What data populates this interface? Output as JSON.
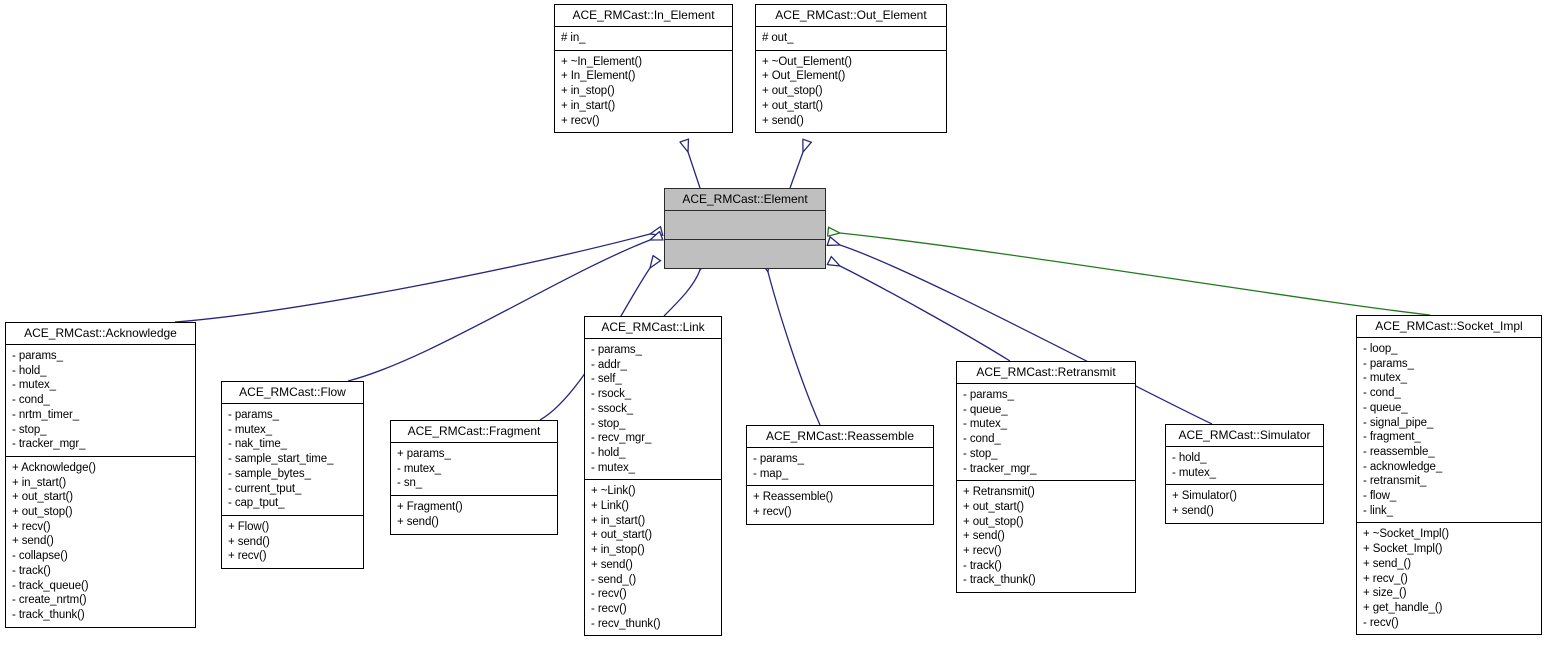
{
  "diagram": {
    "title": "ACE_RMCast::Element inheritance diagram",
    "edge_color_inheritance": "#26267f",
    "edge_color_usage": "#1f7a1f",
    "highlight_fill": "#bfbfbf"
  },
  "classes": {
    "in_element": {
      "name": "ACE_RMCast::In_Element",
      "attributes": [
        "# in_"
      ],
      "operations": [
        "+ ~In_Element()",
        "+ In_Element()",
        "+ in_stop()",
        "+ in_start()",
        "+ recv()"
      ]
    },
    "out_element": {
      "name": "ACE_RMCast::Out_Element",
      "attributes": [
        "# out_"
      ],
      "operations": [
        "+ ~Out_Element()",
        "+ Out_Element()",
        "+ out_stop()",
        "+ out_start()",
        "+ send()"
      ]
    },
    "element": {
      "name": "ACE_RMCast::Element",
      "attributes": [],
      "operations": []
    },
    "acknowledge": {
      "name": "ACE_RMCast::Acknowledge",
      "attributes": [
        "- params_",
        "- hold_",
        "- mutex_",
        "- cond_",
        "- nrtm_timer_",
        "- stop_",
        "- tracker_mgr_"
      ],
      "operations": [
        "+ Acknowledge()",
        "+ in_start()",
        "+ out_start()",
        "+ out_stop()",
        "+ recv()",
        "+ send()",
        "- collapse()",
        "- track()",
        "- track_queue()",
        "- create_nrtm()",
        "- track_thunk()"
      ]
    },
    "flow": {
      "name": "ACE_RMCast::Flow",
      "attributes": [
        "- params_",
        "- mutex_",
        "- nak_time_",
        "- sample_start_time_",
        "- sample_bytes_",
        "- current_tput_",
        "- cap_tput_"
      ],
      "operations": [
        "+ Flow()",
        "+ send()",
        "+ recv()"
      ]
    },
    "fragment": {
      "name": "ACE_RMCast::Fragment",
      "attributes": [
        "+ params_",
        "- mutex_",
        "- sn_"
      ],
      "operations": [
        "+ Fragment()",
        "+ send()"
      ]
    },
    "link": {
      "name": "ACE_RMCast::Link",
      "attributes": [
        "- params_",
        "- addr_",
        "- self_",
        "- rsock_",
        "- ssock_",
        "- stop_",
        "- recv_mgr_",
        "- hold_",
        "- mutex_"
      ],
      "operations": [
        "+ ~Link()",
        "+ Link()",
        "+ in_start()",
        "+ out_start()",
        "+ in_stop()",
        "+ send()",
        "- send_()",
        "- recv()",
        "- recv()",
        "- recv_thunk()"
      ]
    },
    "reassemble": {
      "name": "ACE_RMCast::Reassemble",
      "attributes": [
        "- params_",
        "- map_"
      ],
      "operations": [
        "+ Reassemble()",
        "+ recv()"
      ]
    },
    "retransmit": {
      "name": "ACE_RMCast::Retransmit",
      "attributes": [
        "- params_",
        "- queue_",
        "- mutex_",
        "- cond_",
        "- stop_",
        "- tracker_mgr_"
      ],
      "operations": [
        "+ Retransmit()",
        "+ out_start()",
        "+ out_stop()",
        "+ send()",
        "+ recv()",
        "- track()",
        "- track_thunk()"
      ]
    },
    "simulator": {
      "name": "ACE_RMCast::Simulator",
      "attributes": [
        "- hold_",
        "- mutex_"
      ],
      "operations": [
        "+ Simulator()",
        "+ send()"
      ]
    },
    "socket_impl": {
      "name": "ACE_RMCast::Socket_Impl",
      "attributes": [
        "- loop_",
        "- params_",
        "- mutex_",
        "- cond_",
        "- queue_",
        "- signal_pipe_",
        "- fragment_",
        "- reassemble_",
        "- acknowledge_",
        "- retransmit_",
        "- flow_",
        "- link_"
      ],
      "operations": [
        "+ ~Socket_Impl()",
        "+ Socket_Impl()",
        "+ send_()",
        "+ recv_()",
        "+ size_()",
        "+ get_handle_()",
        "- recv()"
      ]
    }
  }
}
